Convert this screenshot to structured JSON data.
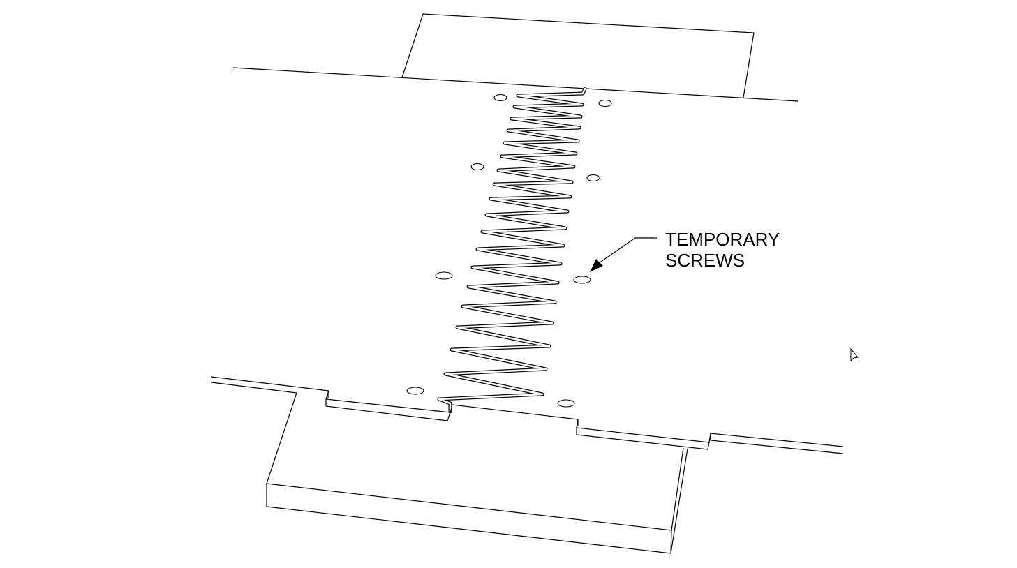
{
  "drawing": {
    "callout": {
      "line1": "TEMPORARY",
      "line2": "SCREWS"
    },
    "line_color": "#000000",
    "background": "#ffffff",
    "finger_count": 19,
    "screw_count": 8
  }
}
